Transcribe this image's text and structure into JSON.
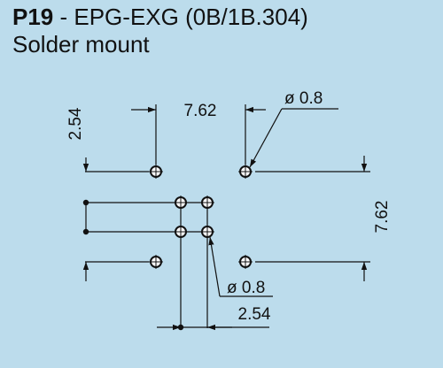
{
  "header": {
    "code": "P19",
    "separator": " - ",
    "name": "EPG-EXG (0B/1B.304)",
    "subtitle": "Solder mount"
  },
  "drawing": {
    "dimensions": {
      "top_width": "7.62",
      "left_height": "2.54",
      "right_height": "7.62",
      "bottom_width": "2.54",
      "hole_diameter_top": "ø 0.8",
      "hole_diameter_bottom": "ø 0.8"
    }
  },
  "colors": {
    "background": "#bcdcec",
    "ink": "#111111"
  }
}
